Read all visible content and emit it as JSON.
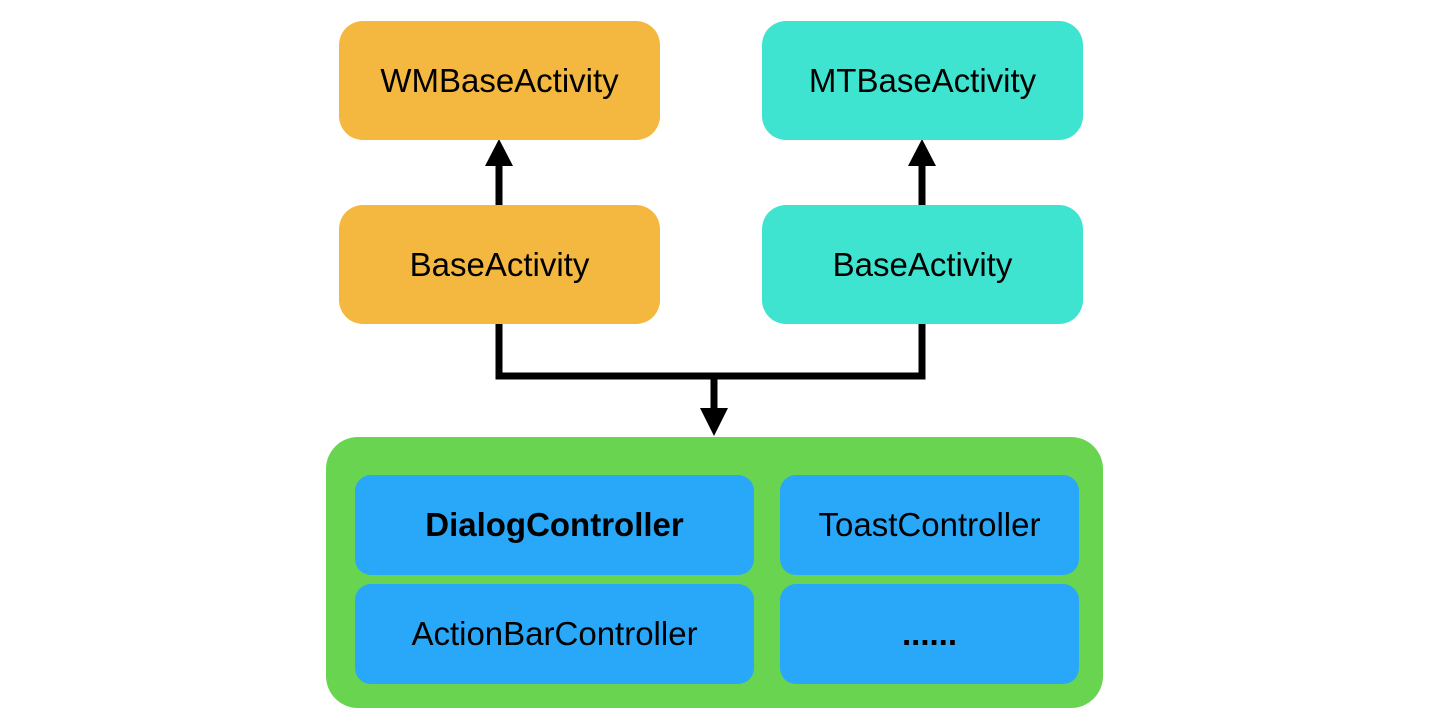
{
  "diagram": {
    "left_branch": {
      "top": "WMBaseActivity",
      "bottom": "BaseActivity",
      "color": "#f4b740"
    },
    "right_branch": {
      "top": "MTBaseActivity",
      "bottom": "BaseActivity",
      "color": "#3ee4cf"
    },
    "controllers_group": {
      "color": "#69d44f",
      "item_color": "#29a7f8",
      "items": [
        {
          "label": "DialogController"
        },
        {
          "label": "ToastController"
        },
        {
          "label": "ActionBarController"
        },
        {
          "label": "......"
        }
      ]
    }
  }
}
